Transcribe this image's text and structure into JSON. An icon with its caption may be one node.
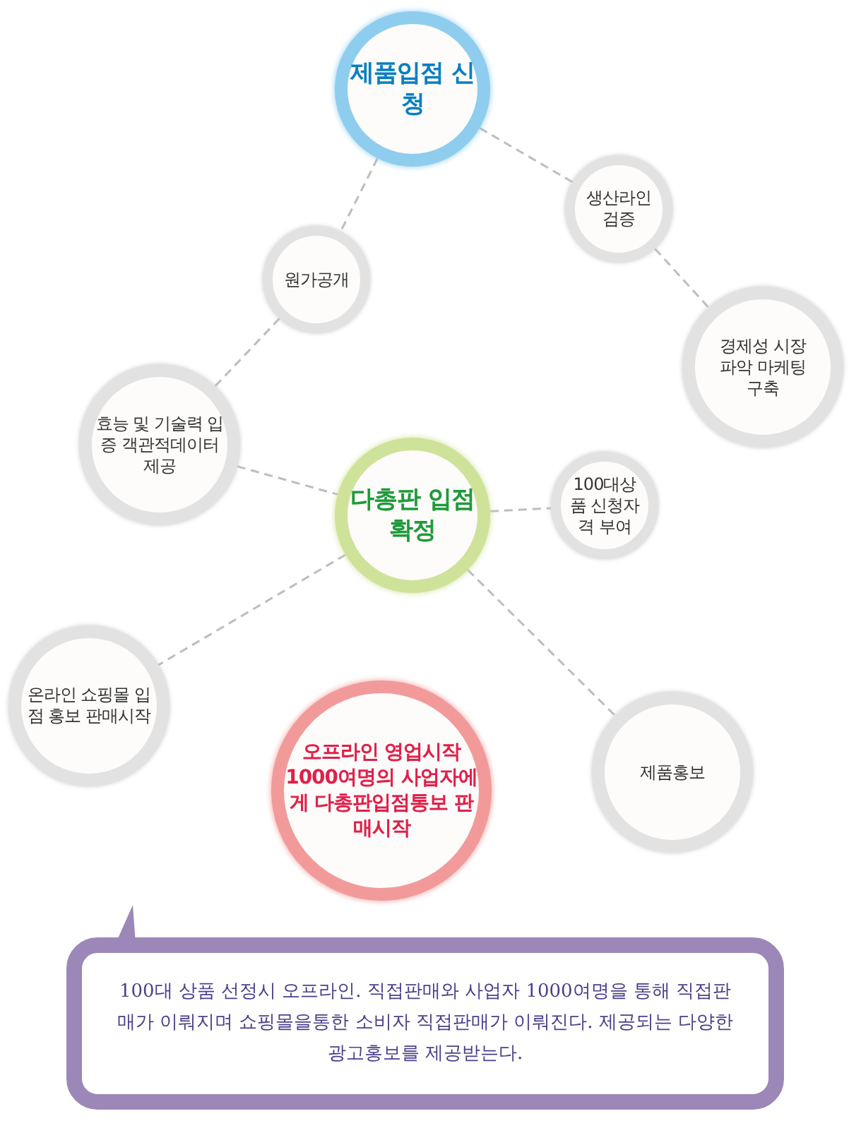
{
  "diagram": {
    "nodes": [
      {
        "text": [
          "제품입점 신청"
        ]
      },
      {
        "text": [
          "원가공개"
        ]
      },
      {
        "text": [
          "생산라인 검증"
        ]
      },
      {
        "text": [
          "경제성 시장파악 마케팅구축"
        ]
      },
      {
        "text": [
          "효능 및 기술력 입증 객관적데이터 제공"
        ]
      },
      {
        "text": [
          "다총판 입점확정"
        ]
      },
      {
        "text": [
          "100대상품 신청자격 부여"
        ]
      },
      {
        "text": [
          "온라인 쇼핑몰 입점 홍보 판매시작"
        ]
      },
      {
        "text": [
          "제품홍보"
        ]
      },
      {
        "text": [
          "오프라인 영업시작 1000여명의 사업자에게 다총판입점통보 판매시작"
        ]
      },
      {
        "text": [
          "100대 상품 선정시 오프라인. 직접판매와 사업자 1000여명을 통해 직접판매가 이뤄지며 쇼핑몰을통한 소비자 직접판매가 이뤄진다. 제공되는 다양한 광고홍보를 제공받는다."
        ]
      }
    ],
    "edges": [
      {
        "from": 0,
        "to": 1,
        "arrow": "none",
        "style": "dashed"
      },
      {
        "from": 0,
        "to": 2,
        "arrow": "none",
        "style": "dashed"
      },
      {
        "from": 2,
        "to": 3,
        "arrow": "none",
        "style": "dashed"
      },
      {
        "from": 1,
        "to": 4,
        "arrow": "none",
        "style": "dashed"
      },
      {
        "from": 4,
        "to": 5,
        "arrow": "none",
        "style": "dashed"
      },
      {
        "from": 5,
        "to": 6,
        "arrow": "none",
        "style": "dashed"
      },
      {
        "from": 5,
        "to": 7,
        "arrow": "none",
        "style": "dashed"
      },
      {
        "from": 5,
        "to": 8,
        "arrow": "none",
        "style": "dashed"
      }
    ]
  }
}
